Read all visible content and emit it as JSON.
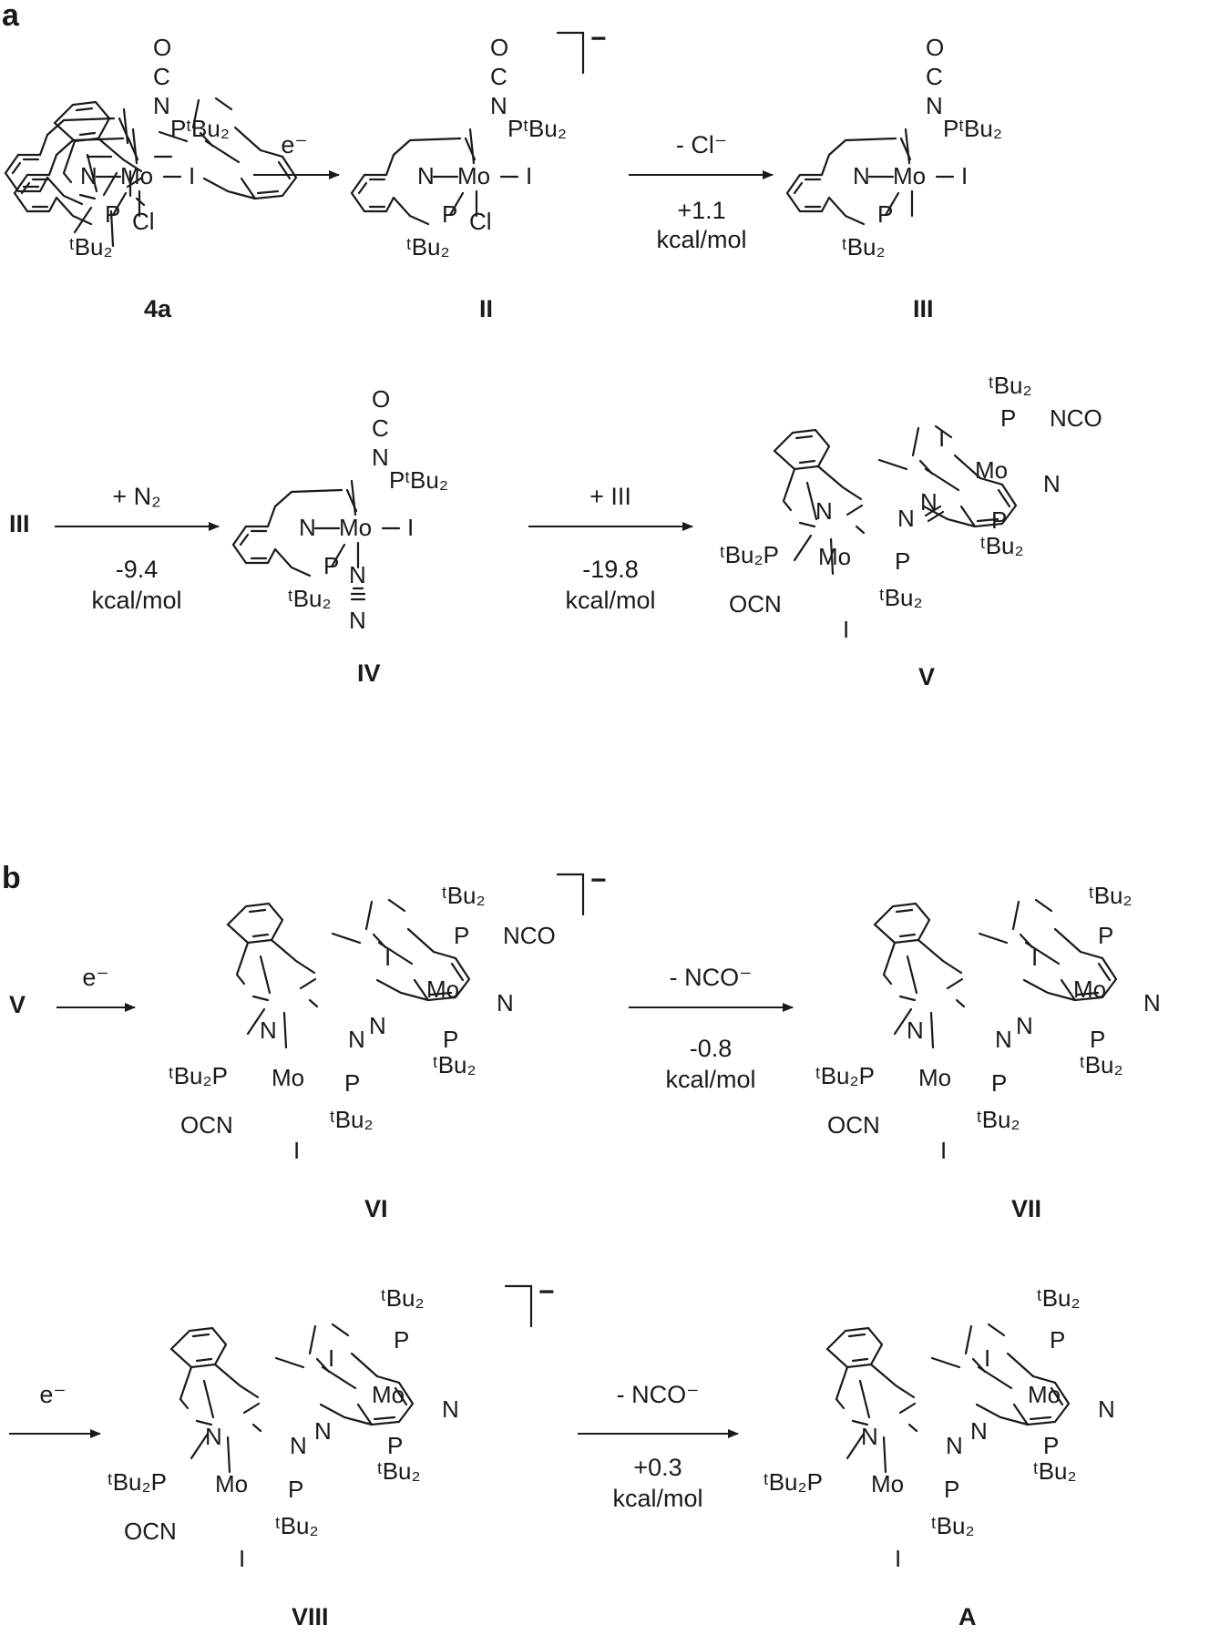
{
  "panels": {
    "a": "a",
    "b": "b"
  },
  "compounds": {
    "c4a": "4a",
    "II": "II",
    "III": "III",
    "IV": "IV",
    "V": "V",
    "VI": "VI",
    "VII": "VII",
    "VIII": "VIII",
    "A": "A"
  },
  "start": {
    "III": "III",
    "V": "V"
  },
  "arrows": {
    "a1": {
      "above": "e⁻",
      "below1": "",
      "below2": ""
    },
    "a2": {
      "above": "- Cl⁻",
      "below1": "+1.1",
      "below2": "kcal/mol"
    },
    "a3": {
      "above": "+ N₂",
      "below1": "-9.4",
      "below2": "kcal/mol"
    },
    "a4": {
      "above": "+ III",
      "below1": "-19.8",
      "below2": "kcal/mol"
    },
    "b1": {
      "above": "e⁻",
      "below1": "",
      "below2": ""
    },
    "b2": {
      "above": "- NCO⁻",
      "below1": "-0.8",
      "below2": "kcal/mol"
    },
    "b3": {
      "above": "e⁻",
      "below1": "",
      "below2": ""
    },
    "b4": {
      "above": "- NCO⁻",
      "below1": "+0.3",
      "below2": "kcal/mol"
    }
  },
  "atoms": {
    "O": "O",
    "C": "C",
    "N": "N",
    "Mo": "Mo",
    "I": "I",
    "Cl": "Cl",
    "P": "P",
    "PtBu2": "PᵗBu₂",
    "tBu2": "ᵗBu₂",
    "tBu2P": "ᵗBu₂P",
    "NCO": "NCO",
    "OCN": "OCN"
  },
  "charge": "−"
}
